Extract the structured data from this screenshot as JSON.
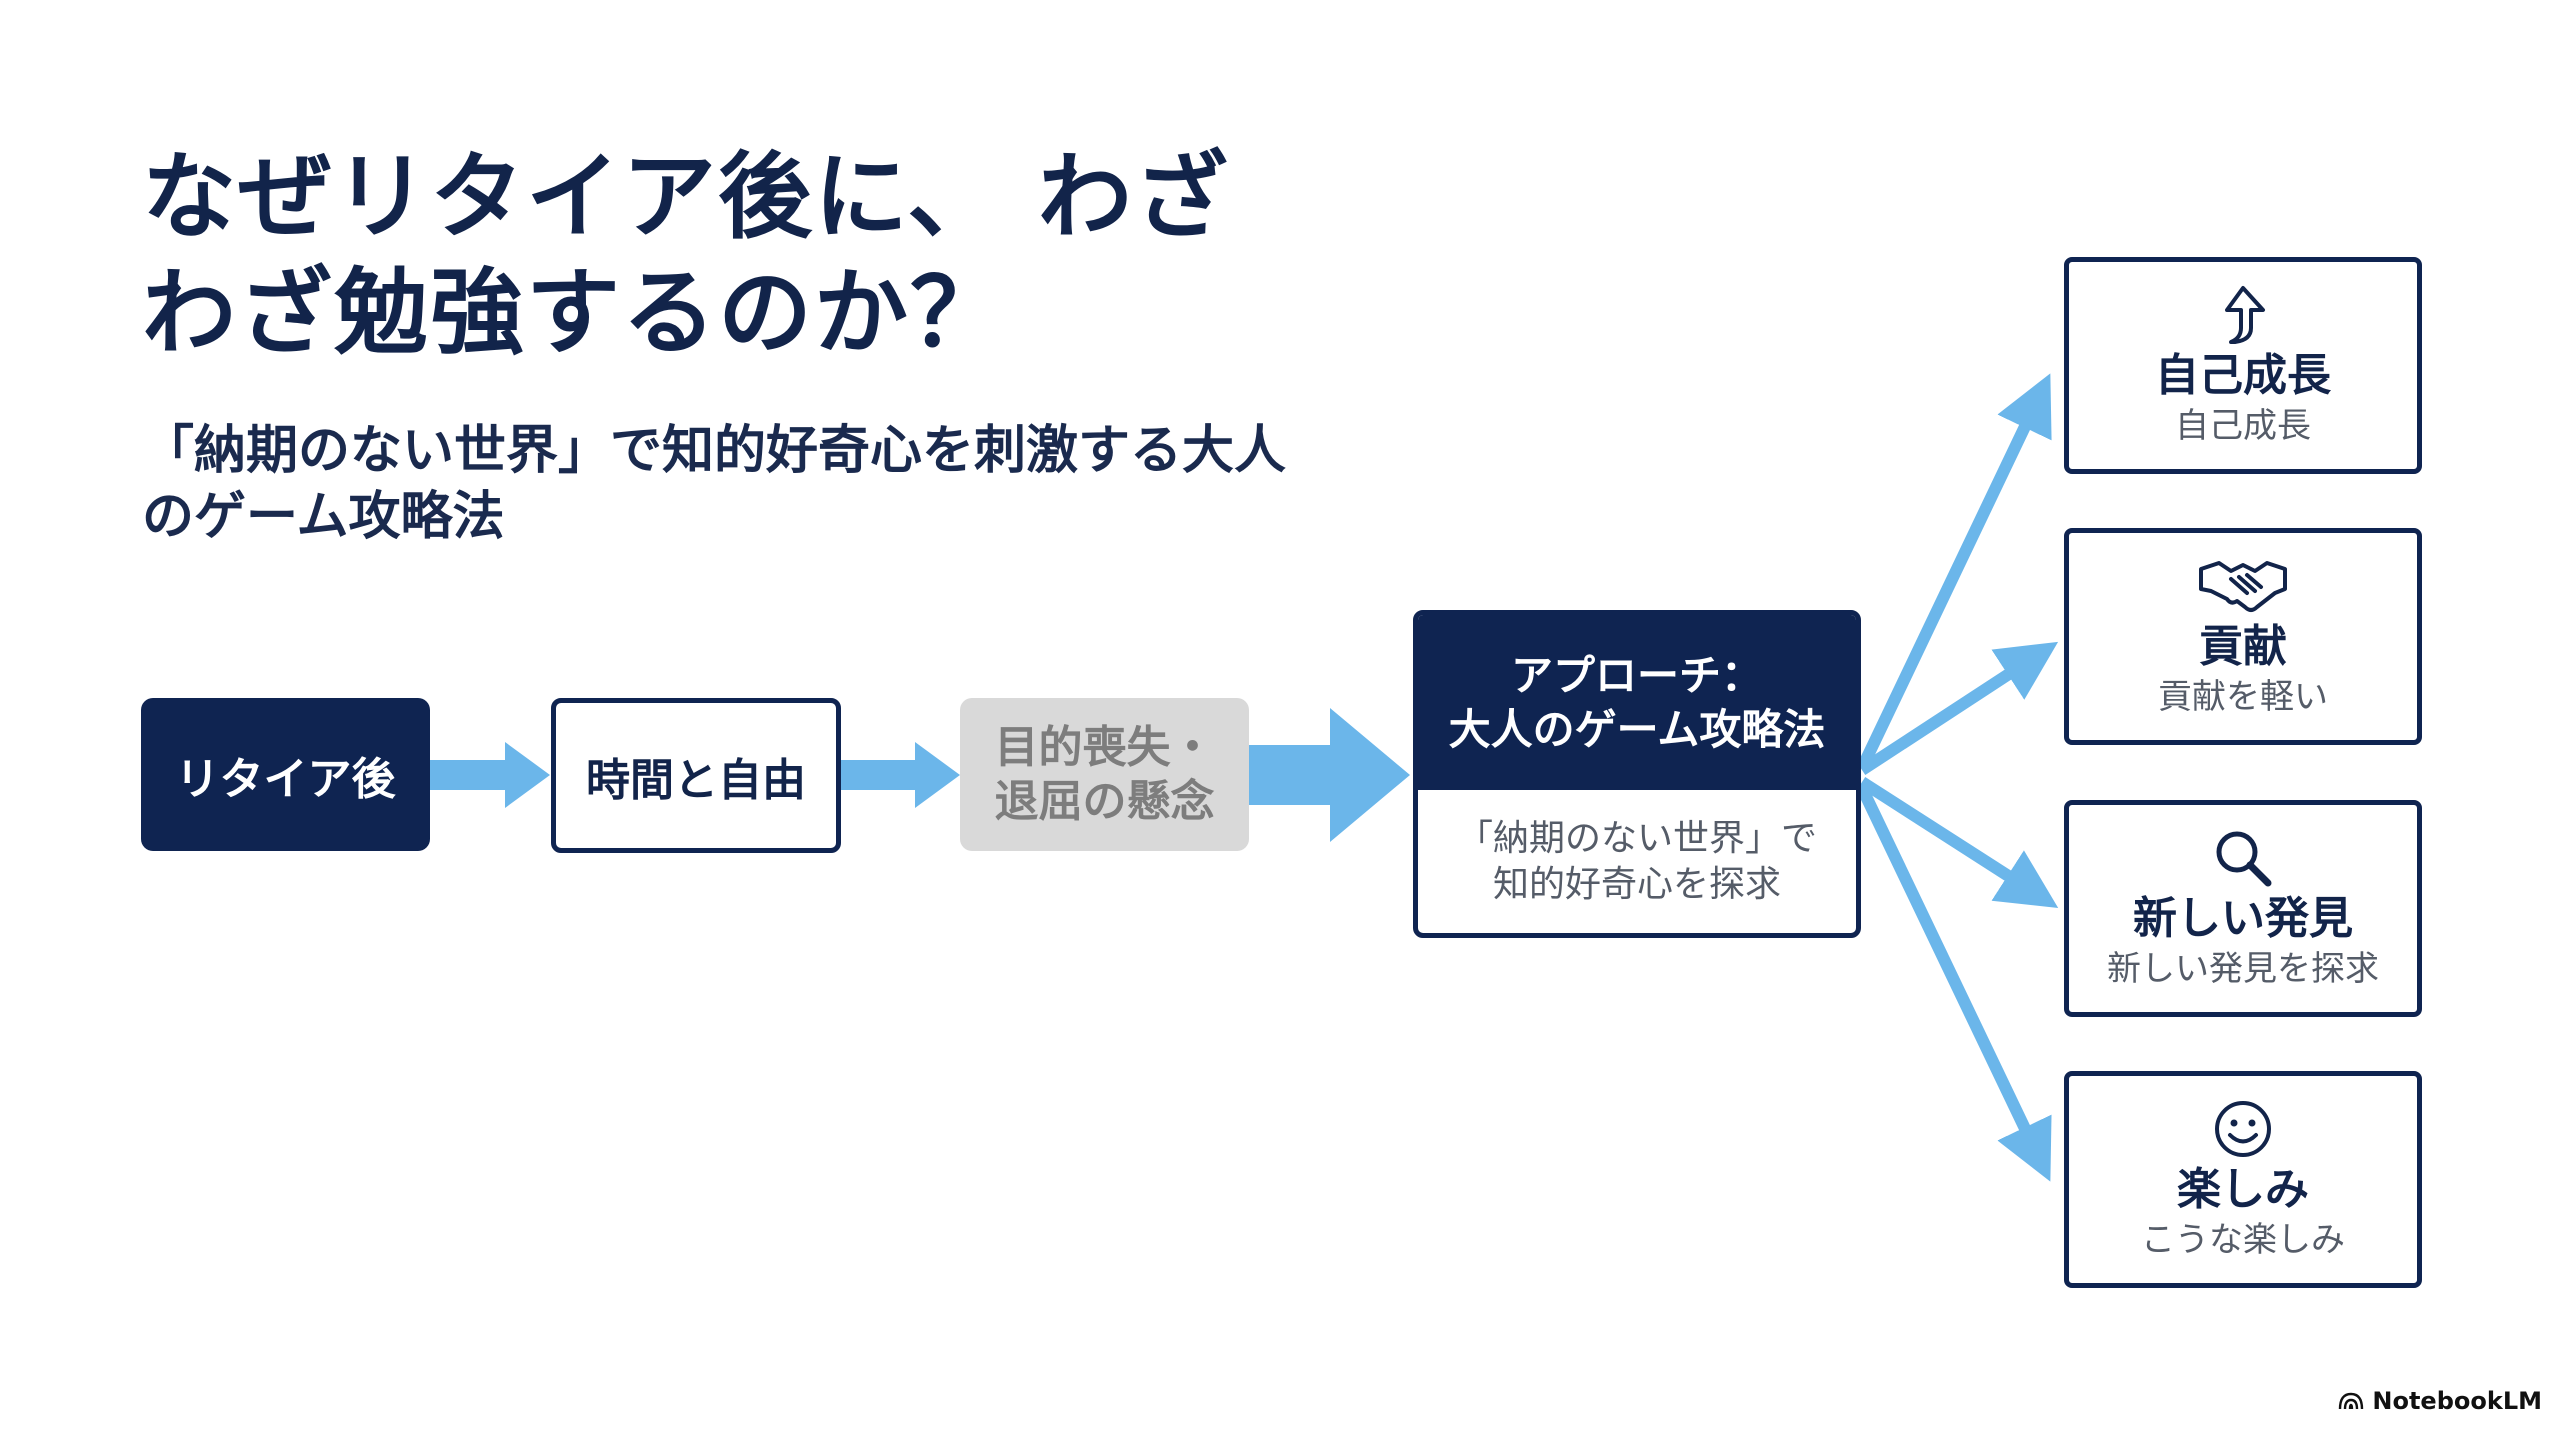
{
  "title": "なぜリタイア後に、 わざわざ勉強するのか？",
  "subtitle": "「納期のない世界」で知的好奇心を刺激する大人のゲーム攻略法",
  "flow": {
    "step1": "リタイア後",
    "step2": "時間と自由",
    "step3_line1": "目的喪失・",
    "step3_line2": "退屈の懸念"
  },
  "approach": {
    "title_line1": "アプローチ：",
    "title_line2": "大人のゲーム攻略法",
    "body_line1": "「納期のない世界」で",
    "body_line2": "知的好奇心を探求"
  },
  "outcomes": [
    {
      "icon": "arrow-up-icon",
      "title": "自己成長",
      "subtitle": "自己成長"
    },
    {
      "icon": "handshake-icon",
      "title": "貢献",
      "subtitle": "貢献を軽い"
    },
    {
      "icon": "magnifier-icon",
      "title": "新しい発見",
      "subtitle": "新しい発見を探求"
    },
    {
      "icon": "smiley-icon",
      "title": "楽しみ",
      "subtitle": "こうな楽しみ"
    }
  ],
  "brand": "NotebookLM",
  "colors": {
    "navy": "#0f2451",
    "arrow_blue": "#6bb6ea",
    "muted_gray": "#d9d9d9"
  }
}
